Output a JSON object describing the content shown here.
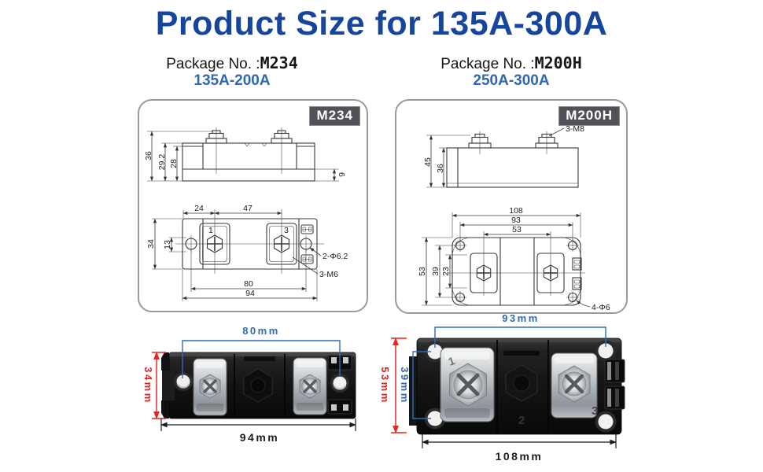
{
  "title": "Product Size for 135A-300A",
  "packages": {
    "left": {
      "label": "Package No.  :",
      "number": "M234",
      "range": "135A-200A",
      "badge": "M234"
    },
    "right": {
      "label": "Package No. :",
      "number": "M200H",
      "range": "250A-300A",
      "badge": "M200H"
    }
  },
  "left_drawing": {
    "side": {
      "d36": "36",
      "d29_2": "29.2",
      "d28": "28",
      "d9": "9"
    },
    "top": {
      "d24": "24",
      "d47": "47",
      "d34": "34",
      "d13": "13",
      "d80": "80",
      "d94": "94",
      "t1": "1",
      "t3": "3",
      "callout_holes": "2-Φ6.2",
      "callout_thread": "3-M6"
    }
  },
  "right_drawing": {
    "bolt_callout": "3-M8",
    "side": {
      "d45": "45",
      "d36": "36"
    },
    "top": {
      "d108": "108",
      "d93": "93",
      "d53w": "53",
      "d53h": "53",
      "d39": "39",
      "d23": "23",
      "callout_holes": "4-Φ6"
    }
  },
  "left_photo": {
    "top": "80mm",
    "side": "34mm",
    "bottom": "94mm"
  },
  "right_photo": {
    "top": "93mm",
    "side": "53mm",
    "inner": "39mm",
    "bottom": "108mm",
    "m1": "1",
    "m2": "2",
    "m3": "3"
  },
  "colors": {
    "title_blue": "#15459c",
    "accent_blue": "#2e6bb4",
    "dim_red": "#e8221f",
    "badge_bg": "#515257"
  }
}
